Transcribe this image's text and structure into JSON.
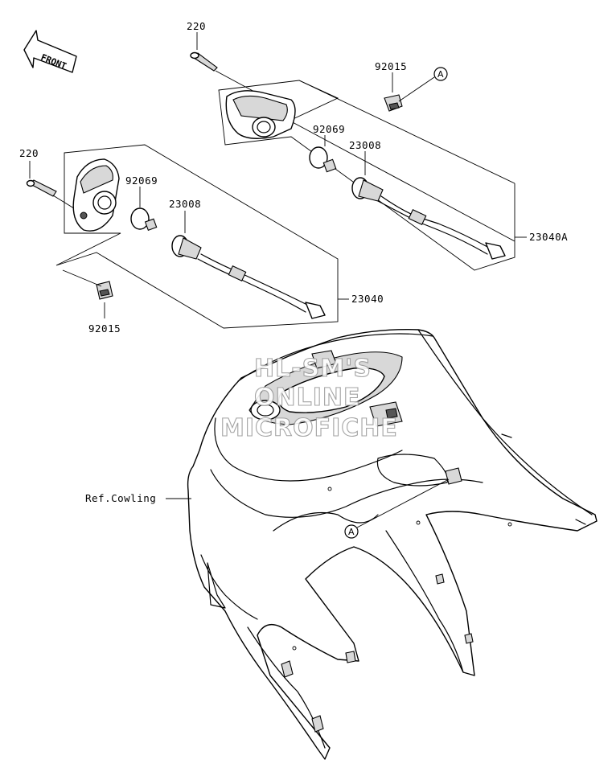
{
  "front_arrow": {
    "label": "FRONT"
  },
  "callouts": {
    "screw_upper": "220",
    "screw_lower": "220",
    "clip_upper": "92015",
    "clip_lower": "92015",
    "bulb_upper": "92069",
    "bulb_lower": "92069",
    "socket_upper": "23008",
    "socket_lower": "23008",
    "assembly_right": "23040A",
    "assembly_left": "23040",
    "ref_cowling": "Ref.Cowling"
  },
  "markers": {
    "a_top": "A",
    "a_bottom": "A"
  },
  "watermark": {
    "line1": "HL-SM'S",
    "line2": "ONLINE",
    "line3": "MICROFICHE"
  }
}
